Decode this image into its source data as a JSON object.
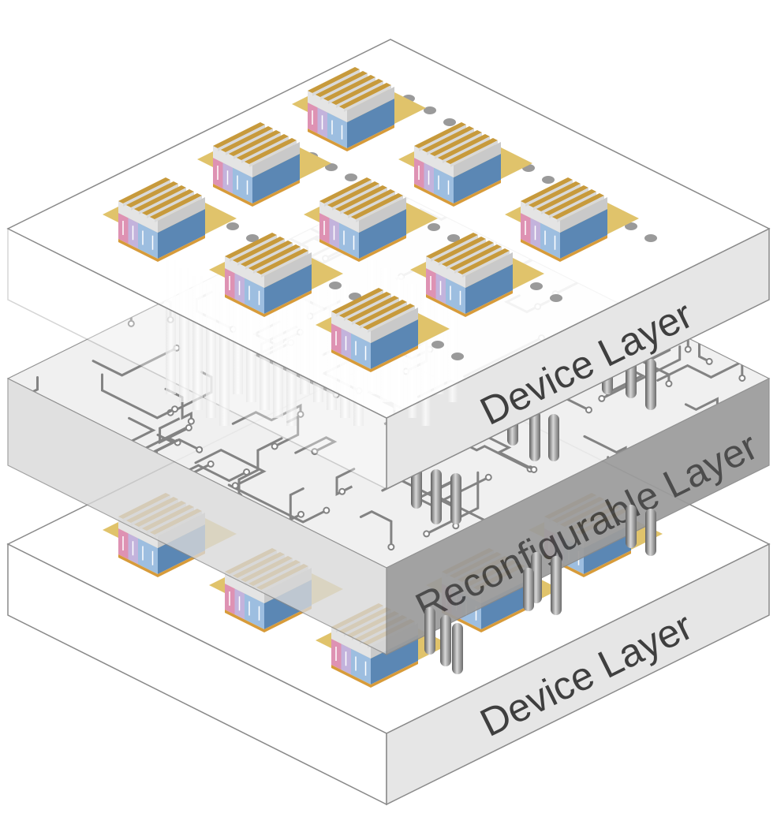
{
  "labels": {
    "top_layer": "Device Layer",
    "middle_layer": "Reconfigurable Layer",
    "bottom_layer": "Device Layer"
  },
  "colors": {
    "slab_top": "#ffffff",
    "slab_edge": "#e6e6e6",
    "slab_stroke": "#8a8a8a",
    "reconfig_top": "#efefef",
    "reconfig_front": "#d9d9d9",
    "reconfig_side": "#9c9c9c",
    "circuit_trace": "#7a7a7a",
    "pad_gold": "#e0c36b",
    "device_blue": "#5b87b4",
    "device_grey": "#c9c9c9",
    "device_stripe": "#c79a3c",
    "arrow_pink": "#d87fa6",
    "arrow_lilac": "#b8a6d6",
    "arrow_blue": "#8cb3da",
    "via_grey": "#9a9a9a"
  },
  "icons": {
    "device": "stacked-device-icon",
    "via": "vertical-via-icon"
  }
}
